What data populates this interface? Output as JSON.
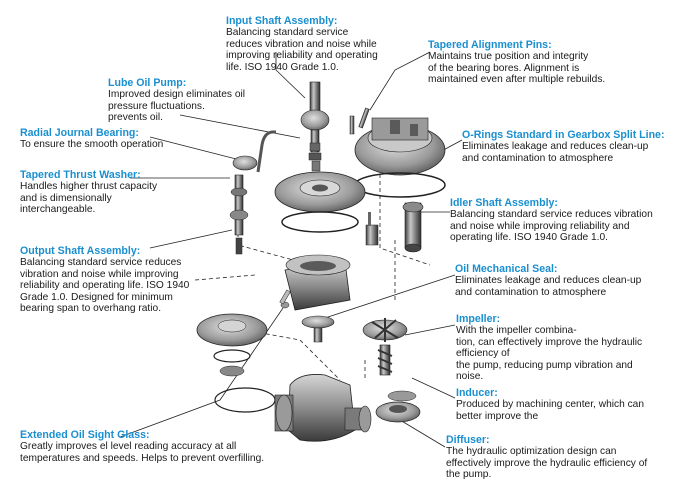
{
  "callouts": [
    {
      "title": "Input Shaft Assembly:",
      "lines": [
        "Balancing standard service",
        "reduces vibration and noise while",
        "improving reliability and operating",
        "life. ISO 1940 Grade 1.0."
      ]
    },
    {
      "title": "Tapered Alignment Pins:",
      "lines": [
        "Maintains true position and integrity",
        "of the bearing bores. Alignment is",
        "maintained even after multiple rebuilds."
      ]
    },
    {
      "title": "Lube Oil Pump:",
      "lines": [
        "Improved design eliminates oil",
        "pressure fluctuations.",
        "prevents oil."
      ]
    },
    {
      "title": "Radial Journal Bearing:",
      "lines": [
        "To ensure the smooth operation"
      ]
    },
    {
      "title": "O-Rings Standard in Gearbox Split Line:",
      "lines": [
        "Eliminates leakage and reduces clean-up",
        "and contamination to atmosphere"
      ]
    },
    {
      "title": "Tapered Thrust Washer:",
      "lines": [
        "Handles higher thrust capacity",
        "and is dimensionally",
        "interchangeable."
      ]
    },
    {
      "title": "Idler Shaft Assembly:",
      "lines": [
        "Balancing standard service reduces vibration",
        "and noise while improving reliability and",
        "operating life. ISO 1940 Grade 1.0."
      ]
    },
    {
      "title": "Output Shaft Assembly:",
      "lines": [
        "Balancing standard service reduces",
        "vibration and noise while improving",
        "reliability and operating life. ISO 1940",
        "Grade 1.0. Designed for minimum",
        "bearing span to overhang ratio."
      ]
    },
    {
      "title": "Oil Mechanical Seal:",
      "lines": [
        "Eliminates leakage and reduces clean-up",
        "and contamination to atmosphere"
      ]
    },
    {
      "title": "Impeller:",
      "lines": [
        "With the impeller combina-",
        "tion, can effectively improve the hydraulic",
        "efficiency of",
        "the pump, reducing pump vibration and",
        "noise."
      ]
    },
    {
      "title": "Inducer:",
      "lines": [
        "Produced by machining center, which can",
        "better improve the"
      ]
    },
    {
      "title": "Extended Oil Sight Glass:",
      "lines": [
        "Greatly improves el level reading accuracy at all",
        "temperatures and speeds. Helps to prevent overfilling."
      ]
    },
    {
      "title": "Diffuser:",
      "lines": [
        "The hydraulic optimization design can",
        "effectively improve the hydraulic efficiency of",
        "the pump."
      ]
    }
  ],
  "colors": {
    "title": "#1a8fd0",
    "text": "#1a1a1a",
    "metal_light": "#bdbdbd",
    "metal_dark": "#3a3a3a"
  }
}
